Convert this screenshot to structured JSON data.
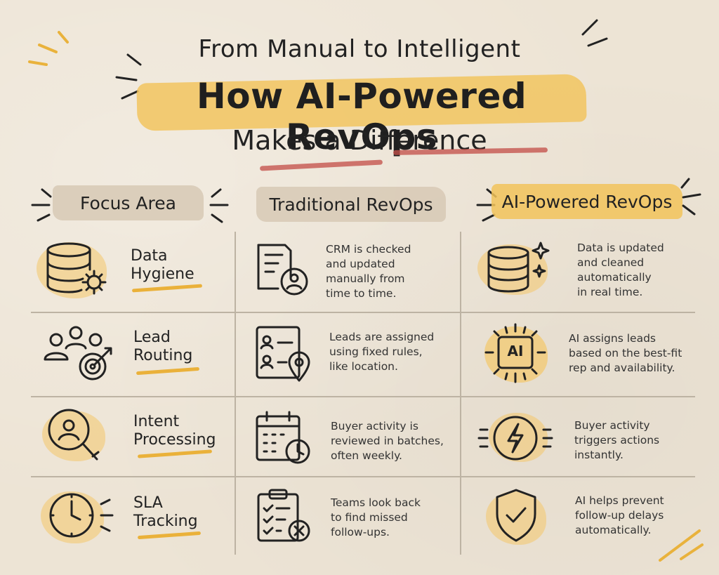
{
  "title": {
    "line1": "From Manual to Intelligent",
    "line2": "How AI-Powered RevOps",
    "line3": "Makes a Difference"
  },
  "headers": {
    "focus": "Focus Area",
    "traditional": "Traditional RevOps",
    "ai": "AI-Powered RevOps"
  },
  "rows": [
    {
      "focus": "Data\nHygiene",
      "focus_icon": "database-gear-icon",
      "traditional": "CRM is checked\nand updated\nmanually from\ntime to time.",
      "traditional_icon": "document-user-icon",
      "ai": "Data is updated\nand cleaned\nautomatically\nin real time.",
      "ai_icon": "database-sparkle-icon"
    },
    {
      "focus": "Lead\nRouting",
      "focus_icon": "people-target-icon",
      "traditional": "Leads are assigned\nusing fixed rules,\nlike location.",
      "traditional_icon": "list-location-icon",
      "ai": "AI assigns leads\nbased on the best-fit\nrep and availability.",
      "ai_icon": "ai-chip-icon",
      "ai_chip_label": "AI"
    },
    {
      "focus": "Intent\nProcessing",
      "focus_icon": "magnifier-user-icon",
      "traditional": "Buyer activity is\nreviewed in batches,\noften weekly.",
      "traditional_icon": "calendar-clock-icon",
      "ai": "Buyer activity\ntriggers actions\ninstantly.",
      "ai_icon": "lightning-icon"
    },
    {
      "focus": "SLA\nTracking",
      "focus_icon": "clock-icon",
      "traditional": "Teams look back\nto find missed\nfollow-ups.",
      "traditional_icon": "checklist-x-icon",
      "ai": "AI helps prevent\nfollow-up delays\nautomatically.",
      "ai_icon": "shield-check-icon"
    }
  ],
  "colors": {
    "background": "#ede4d5",
    "highlight_yellow": "#f2c35a",
    "highlight_grey": "#d7c9b5",
    "underline_red": "#c4524b",
    "ink": "#222222"
  }
}
